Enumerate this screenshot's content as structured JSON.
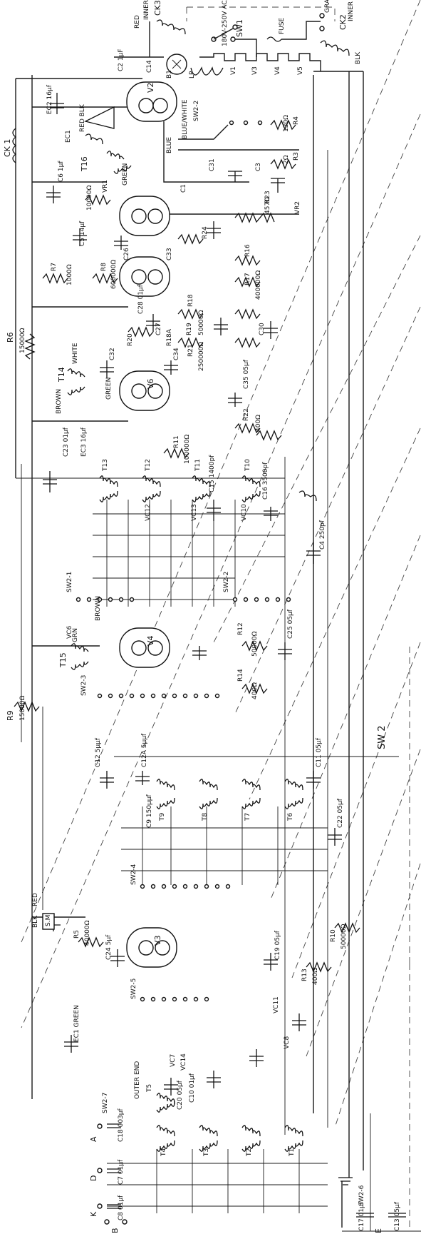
{
  "labels": {
    "ck1": "CK 1",
    "ck3": "CK3",
    "ck2": "CK2",
    "inner1": "INNER",
    "inner2": "INNER",
    "red1": "RED",
    "blk1": "BLK",
    "sw1": "SW1",
    "sw1_rating": "180V-250V AC/DC",
    "fuse": "FUSE",
    "gram_motor": "GRAM MOTOR",
    "c2": "C2 1µF",
    "c14": "C14",
    "b1": "B1",
    "lp": "LP",
    "v1": "V1",
    "v3": "V3",
    "v4": "V4",
    "v5": "V5",
    "v2": "V2",
    "ec2": "EC2 16µf",
    "ec1_top": "EC1",
    "sw2_2": "SW2-2",
    "blue_white": "BLUE/WHITE",
    "blue": "BLUE",
    "red_blk": "RED BLK",
    "t16": "T16",
    "green_top": "GREEN",
    "c6": "C6 1µf",
    "vr1": "VR1",
    "vr1_val": "10000Ω",
    "c1": "C1",
    "c31": "C31",
    "c3": "C3",
    "r4": "R4",
    "r4_val": "130Ω",
    "r3": "R3",
    "r3_val": "2Ω",
    "r23": "R23",
    "r23_val": "457Ω",
    "vr2": "VR2",
    "r24": "R24",
    "c5": "C5 14µf",
    "r7": "R7",
    "r7_val": "1000Ω",
    "r8": "R8",
    "r8_val": "600000Ω",
    "c26": "C26",
    "c33": "C33",
    "r16": "R16",
    "r17": "R17",
    "r17_val": "400000Ω",
    "r18": "R18",
    "c28": "C28 01µf",
    "c27": "C27",
    "r20": "R20",
    "r19": "R19",
    "r19_val": "50000Ω",
    "r18a": "R18A",
    "r21": "R21",
    "r21_val": "250000Ω",
    "c30": "C30",
    "r6": "R6",
    "r6_val": "15000Ω",
    "t14": "T14",
    "white": "WHITE",
    "brown": "BROWN",
    "green_mid": "GREEN",
    "c32": "C32",
    "c34": "C34",
    "c35": "C35 05µf",
    "r22": "R22",
    "r22_val": "400Ω",
    "v6": "V6",
    "r11": "R11",
    "r11_val": "100000Ω",
    "t10": "T10",
    "t11": "T11",
    "t12": "T12",
    "t13": "T13",
    "c23": "C23 01µf",
    "ec3": "EC3 16µf",
    "c15": "C15 1400pf",
    "c16": "C16 3500pf",
    "vc10": "VC10",
    "vc12": "VC12",
    "vc13": "VC13",
    "c4": "C4 250pf",
    "sw2_1": "SW2-1",
    "sw2_2b": "SW2-2",
    "r12": "R12",
    "r12_val": "50000Ω",
    "c25": "C25 05µf",
    "r14": "R14",
    "r14_val": "400Ω",
    "vc6": "VC6",
    "v4b": "V4",
    "t15": "T15",
    "grn": "GRN",
    "brown2": "BROWN",
    "sw2_3": "SW2-3",
    "r9": "R9",
    "r9_val": "15000Ω",
    "c12a": "C12A 5µµf",
    "c12": "C12 5µµf",
    "c11": "C11 05µf",
    "t9": "T9",
    "t8": "T8",
    "t7": "T7",
    "t6": "T6",
    "c22": "C22 05µf",
    "c9": "C9 150µµf",
    "sw2_4": "SW2-4",
    "sw2_main": "SW 2",
    "red_sm": "RED",
    "sm": "S.M",
    "blk_sm": "BLK",
    "r5": "R5",
    "r5_val": "40000Ω",
    "c24": "C24 5µf",
    "v3b": "V3",
    "c19": "C19 05µf",
    "r13": "R13",
    "r13_val": "400Ω",
    "r10": "R10",
    "r10_val": "50000Ω",
    "sw2_5": "SW2-5",
    "ec1_bot": "EC1 GREEN",
    "vc11": "VC11",
    "vc8": "VC8",
    "vc14": "VC14",
    "vc7": "VC7",
    "outer_end": "OUTER END",
    "t5": "T5",
    "t4": "T4",
    "t3": "T3",
    "t2": "T2",
    "t1": "T1",
    "c20": "C20 05µf",
    "c10": "C10 01µf",
    "sw2_7": "SW2-7",
    "c18": "C18 003µf",
    "c7": "C7 01µf",
    "c8": "C8 01µf",
    "sw2_6": "SW2-6",
    "c17": "C17 01µf",
    "c13": "C13 05µf",
    "a": "A",
    "d": "D",
    "k": "K",
    "b": "B",
    "e": "E"
  }
}
